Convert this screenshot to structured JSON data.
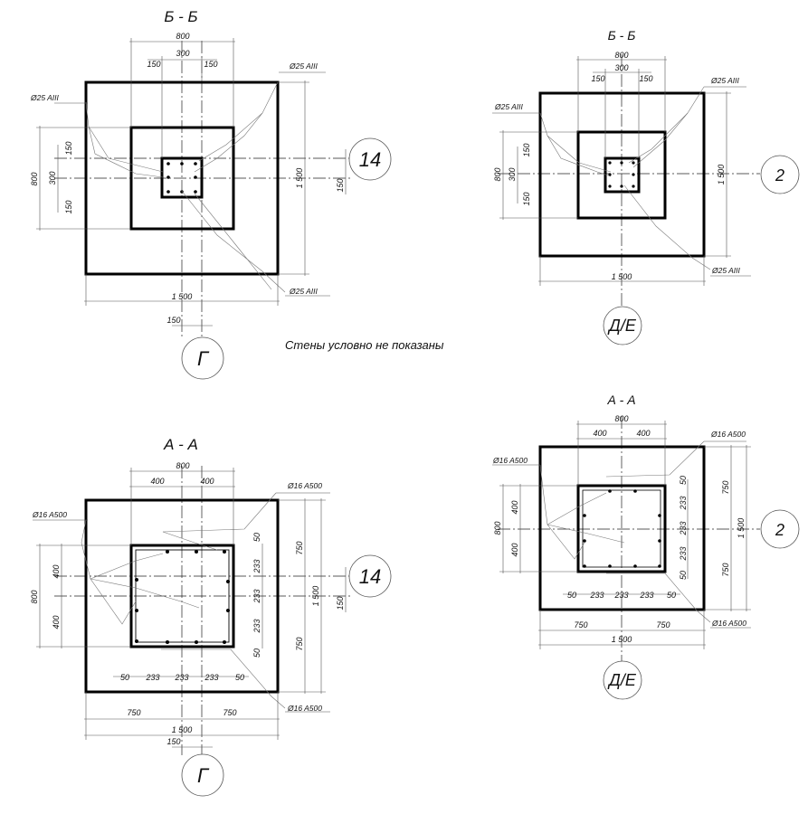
{
  "note": "Стены условно не показаны",
  "views": {
    "tl": {
      "title": "Б - Б",
      "axis_h": "14",
      "axis_v": "Г",
      "dims": {
        "top_total": "800",
        "top_mid": "300",
        "top_left": "150",
        "top_right": "150",
        "left_total": "800",
        "left_mid": "300",
        "left_top": "150",
        "left_bottom": "150",
        "right_total": "1 500",
        "right_small": "150",
        "bottom_total": "1 500",
        "bottom_small": "150"
      },
      "rebar_tl": "Ø25 AIII",
      "rebar_tr": "Ø25 AIII",
      "rebar_br": "Ø25 AIII"
    },
    "tr": {
      "title": "Б - Б",
      "axis_h": "2",
      "axis_v": "Д/Е",
      "dims": {
        "top_total": "800",
        "top_mid": "300",
        "top_left": "150",
        "top_right": "150",
        "left_total": "800",
        "left_mid": "300",
        "left_top": "150",
        "left_bottom": "150",
        "right_total": "1 500",
        "bottom_total": "1 500"
      },
      "rebar_tl": "Ø25 AIII",
      "rebar_tr": "Ø25 AIII",
      "rebar_br": "Ø25 AIII"
    },
    "bl": {
      "title": "А - А",
      "axis_h": "14",
      "axis_v": "Г",
      "dims": {
        "top_total": "800",
        "top_left": "400",
        "top_right": "400",
        "left_total": "800",
        "left_top": "400",
        "left_bottom": "400",
        "right_total": "1 500",
        "right_top": "750",
        "right_bottom": "750",
        "right_small": "150",
        "inner_right": [
          "50",
          "233",
          "233",
          "233",
          "50"
        ],
        "inner_bottom": [
          "50",
          "233",
          "233",
          "233",
          "50"
        ],
        "bottom_left": "750",
        "bottom_right": "750",
        "bottom_total": "1 500",
        "bottom_small": "150"
      },
      "rebar_tl": "Ø16 A500",
      "rebar_tr": "Ø16 A500",
      "rebar_br": "Ø16 A500"
    },
    "br": {
      "title": "А - А",
      "axis_h": "2",
      "axis_v": "Д/Е",
      "dims": {
        "top_total": "800",
        "top_left": "400",
        "top_right": "400",
        "left_total": "800",
        "left_top": "400",
        "left_bottom": "400",
        "right_total": "1 500",
        "right_top": "750",
        "right_bottom": "750",
        "inner_right": [
          "50",
          "233",
          "233",
          "233",
          "50"
        ],
        "inner_bottom": [
          "50",
          "233",
          "233",
          "233",
          "50"
        ],
        "bottom_left": "750",
        "bottom_right": "750",
        "bottom_total": "1 500"
      },
      "rebar_tl": "Ø16 A500",
      "rebar_tr": "Ø16 A500",
      "rebar_br": "Ø16 A500"
    }
  }
}
